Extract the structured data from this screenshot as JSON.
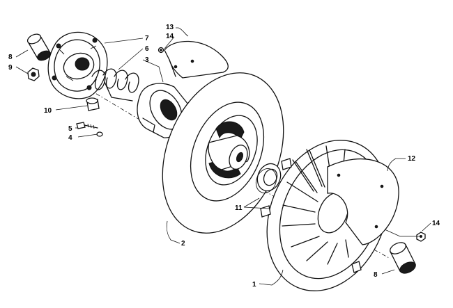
{
  "callouts": [
    {
      "id": "c1",
      "text": "1"
    },
    {
      "id": "c2",
      "text": "2"
    },
    {
      "id": "c3",
      "text": "3"
    },
    {
      "id": "c4",
      "text": "4"
    },
    {
      "id": "c5",
      "text": "5"
    },
    {
      "id": "c6",
      "text": "6"
    },
    {
      "id": "c7",
      "text": "7"
    },
    {
      "id": "c8a",
      "text": "8"
    },
    {
      "id": "c8b",
      "text": "8"
    },
    {
      "id": "c9",
      "text": "9"
    },
    {
      "id": "c10",
      "text": "10"
    },
    {
      "id": "c11",
      "text": "11"
    },
    {
      "id": "c12",
      "text": "12"
    },
    {
      "id": "c13",
      "text": "13"
    },
    {
      "id": "c14a",
      "text": "14"
    },
    {
      "id": "c14b",
      "text": "14"
    }
  ]
}
